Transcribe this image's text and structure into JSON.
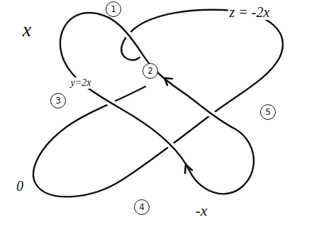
{
  "diagram": {
    "labels": [
      "1",
      "z = -2x",
      "x",
      "2",
      "y=2x",
      "3",
      "5",
      "0",
      "4",
      "-x"
    ]
  }
}
